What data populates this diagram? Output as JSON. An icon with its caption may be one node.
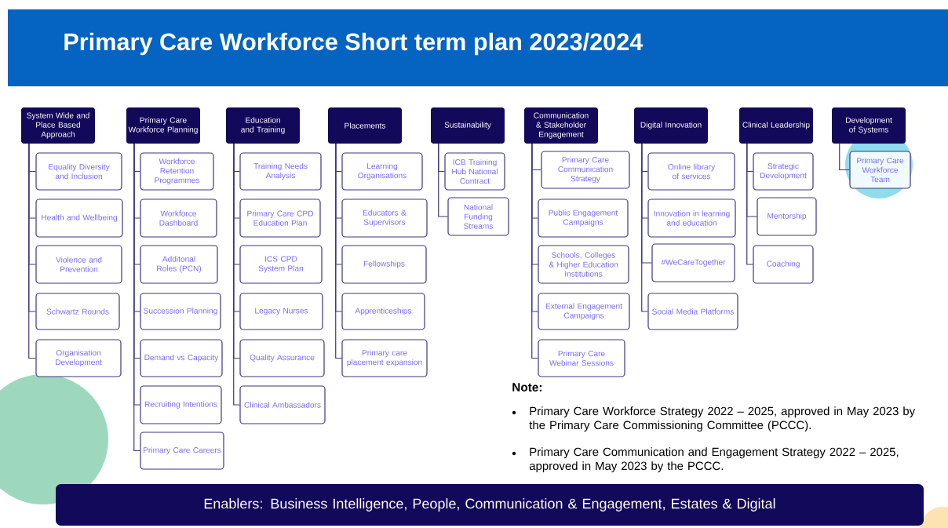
{
  "diagram": {
    "title": "Primary Care Workforce Short term plan 2023/2024",
    "nodes": [
      {
        "text": [
          "System Wide and Place Based Approach"
        ]
      },
      {
        "text": [
          "Equality Diversity and Inclusion"
        ]
      },
      {
        "text": [
          "Health and Wellbeing"
        ]
      },
      {
        "text": [
          "Violence and Prevention"
        ]
      },
      {
        "text": [
          "Schwartz Rounds"
        ]
      },
      {
        "text": [
          "Organisation Development"
        ]
      },
      {
        "text": [
          "Primary Care Workforce Planning"
        ]
      },
      {
        "text": [
          "Workforce Retention Programmes"
        ]
      },
      {
        "text": [
          "Workforce Dashboard"
        ]
      },
      {
        "text": [
          "Additonal Roles (PCN)"
        ]
      },
      {
        "text": [
          "Succession Planning"
        ]
      },
      {
        "text": [
          "Demand vs Capacity"
        ]
      },
      {
        "text": [
          "Recruiting Intentions"
        ]
      },
      {
        "text": [
          "Primary Care Careers"
        ]
      },
      {
        "text": [
          "Education and Training"
        ]
      },
      {
        "text": [
          "Training Needs Analysis"
        ]
      },
      {
        "text": [
          "Primary Care CPD Education Plan"
        ]
      },
      {
        "text": [
          "ICS CPD System Plan"
        ]
      },
      {
        "text": [
          "Legacy Nurses"
        ]
      },
      {
        "text": [
          "Quality Assurance"
        ]
      },
      {
        "text": [
          "Clinical Ambassadors"
        ]
      },
      {
        "text": [
          "Placements"
        ]
      },
      {
        "text": [
          "Learning Organisations"
        ]
      },
      {
        "text": [
          "Educators & Supervisors"
        ]
      },
      {
        "text": [
          "Fellowships"
        ]
      },
      {
        "text": [
          "Apprenticeships"
        ]
      },
      {
        "text": [
          "Primary care placement expansion"
        ]
      },
      {
        "text": [
          "Sustainability"
        ]
      },
      {
        "text": [
          "ICB Training Hub National Contract"
        ]
      },
      {
        "text": [
          "National Funding Streams"
        ]
      },
      {
        "text": [
          "Communication & Stakeholder Engagement"
        ]
      },
      {
        "text": [
          "Primary Care Communication Strategy"
        ]
      },
      {
        "text": [
          "Public Engagement Campaigns"
        ]
      },
      {
        "text": [
          "Schools, Colleges & Higher Education Institutions"
        ]
      },
      {
        "text": [
          "External Engagement Campaigns"
        ]
      },
      {
        "text": [
          "Primary Care Webinar Sessions"
        ]
      },
      {
        "text": [
          "Digital Innovation"
        ]
      },
      {
        "text": [
          "Online library of services"
        ]
      },
      {
        "text": [
          "Innovation in learning and education"
        ]
      },
      {
        "text": [
          "#WeCareTogether"
        ]
      },
      {
        "text": [
          "Social Media Platforms"
        ]
      },
      {
        "text": [
          "Clinical Leadership"
        ]
      },
      {
        "text": [
          "Strategic Development"
        ]
      },
      {
        "text": [
          "Mentorship"
        ]
      },
      {
        "text": [
          "Coaching"
        ]
      },
      {
        "text": [
          "Development of Systems"
        ]
      },
      {
        "text": [
          "Primary Care Workforce Team"
        ]
      },
      {
        "text": [
          "Enablers: Business Intelligence, People, Communication & Engagement, Estates & Digital"
        ]
      }
    ],
    "edges": [
      {
        "from": 0,
        "to": 1,
        "arrow": "none"
      },
      {
        "from": 0,
        "to": 2,
        "arrow": "none"
      },
      {
        "from": 0,
        "to": 3,
        "arrow": "none"
      },
      {
        "from": 0,
        "to": 4,
        "arrow": "none"
      },
      {
        "from": 0,
        "to": 5,
        "arrow": "none"
      },
      {
        "from": 6,
        "to": 7,
        "arrow": "none"
      },
      {
        "from": 6,
        "to": 8,
        "arrow": "none"
      },
      {
        "from": 6,
        "to": 9,
        "arrow": "none"
      },
      {
        "from": 6,
        "to": 10,
        "arrow": "none"
      },
      {
        "from": 6,
        "to": 11,
        "arrow": "none"
      },
      {
        "from": 6,
        "to": 12,
        "arrow": "none"
      },
      {
        "from": 6,
        "to": 13,
        "arrow": "none"
      },
      {
        "from": 14,
        "to": 15,
        "arrow": "none"
      },
      {
        "from": 14,
        "to": 16,
        "arrow": "none"
      },
      {
        "from": 14,
        "to": 17,
        "arrow": "none"
      },
      {
        "from": 14,
        "to": 18,
        "arrow": "none"
      },
      {
        "from": 14,
        "to": 19,
        "arrow": "none"
      },
      {
        "from": 14,
        "to": 20,
        "arrow": "none"
      },
      {
        "from": 21,
        "to": 22,
        "arrow": "none"
      },
      {
        "from": 21,
        "to": 23,
        "arrow": "none"
      },
      {
        "from": 21,
        "to": 24,
        "arrow": "none"
      },
      {
        "from": 21,
        "to": 25,
        "arrow": "none"
      },
      {
        "from": 21,
        "to": 26,
        "arrow": "none"
      },
      {
        "from": 27,
        "to": 28,
        "arrow": "none"
      },
      {
        "from": 27,
        "to": 29,
        "arrow": "none"
      },
      {
        "from": 30,
        "to": 31,
        "arrow": "none"
      },
      {
        "from": 30,
        "to": 32,
        "arrow": "none"
      },
      {
        "from": 30,
        "to": 33,
        "arrow": "none"
      },
      {
        "from": 30,
        "to": 34,
        "arrow": "none"
      },
      {
        "from": 30,
        "to": 35,
        "arrow": "none"
      },
      {
        "from": 36,
        "to": 37,
        "arrow": "none"
      },
      {
        "from": 36,
        "to": 38,
        "arrow": "none"
      },
      {
        "from": 36,
        "to": 39,
        "arrow": "none"
      },
      {
        "from": 36,
        "to": 40,
        "arrow": "none"
      },
      {
        "from": 41,
        "to": 42,
        "arrow": "none"
      },
      {
        "from": 41,
        "to": 43,
        "arrow": "none"
      },
      {
        "from": 41,
        "to": 44,
        "arrow": "none"
      },
      {
        "from": 45,
        "to": 46,
        "arrow": "none"
      }
    ],
    "labels": [
      "Note:",
      "Primary Care Workforce Strategy 2022 – 2025, approved in May 2023 by the Primary Care Commissioning Committee (PCCC).",
      "Primary Care Communication and Engagement Strategy 2022 – 2025, approved in May 2023 by the PCCC."
    ]
  }
}
